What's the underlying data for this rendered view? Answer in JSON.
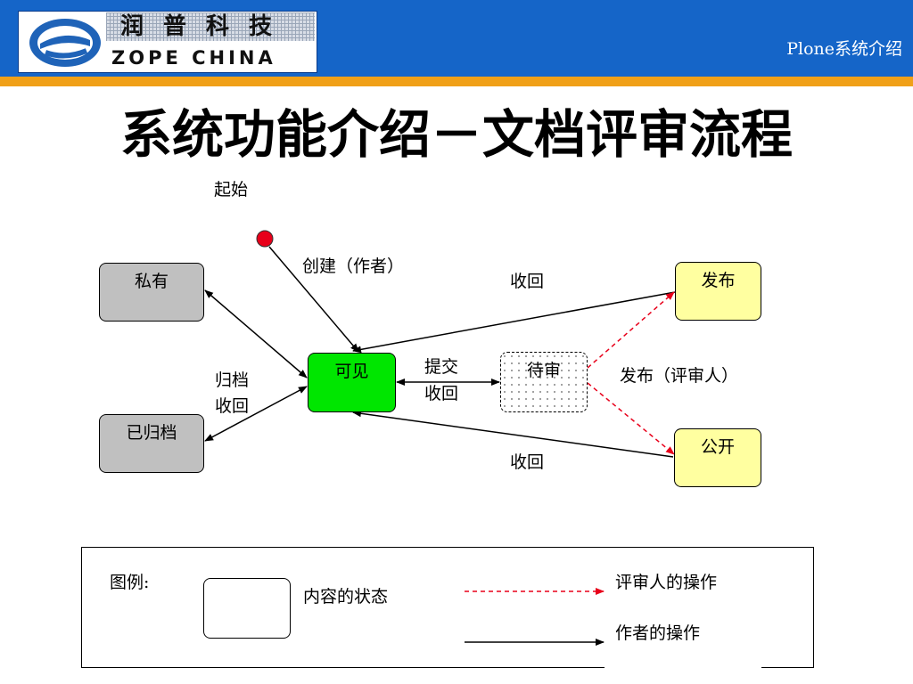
{
  "header": {
    "logo_cn": "润普科技",
    "logo_en": "ZOPE CHINA",
    "title": "Plone系统介绍",
    "colors": {
      "band": "#1565c8",
      "accent_bar": "#f0a018"
    }
  },
  "slide_title": "系统功能介绍－文档评审流程",
  "diagram": {
    "start_label": "起始",
    "nodes": {
      "private": "私有",
      "archived": "已归档",
      "visible": "可见",
      "pending": "待审",
      "published": "发布",
      "public": "公开"
    },
    "edges": {
      "create": "创建（作者）",
      "archive": "归档",
      "archive_retract": "收回",
      "submit": "提交",
      "submit_retract": "收回",
      "retract_top": "收回",
      "retract_bottom": "收回",
      "publish": "发布（评审人）"
    },
    "colors": {
      "private": "#c0c0c0",
      "archived": "#c0c0c0",
      "visible": "#00e600",
      "published": "#ffffa0",
      "public": "#ffffa0",
      "start_dot": "#e8001a",
      "reviewer_edge": "#e8001a",
      "author_edge": "#000000"
    }
  },
  "legend": {
    "title": "图例:",
    "state_label": "内容的状态",
    "reviewer_label": "评审人的操作",
    "author_label": "作者的操作"
  }
}
